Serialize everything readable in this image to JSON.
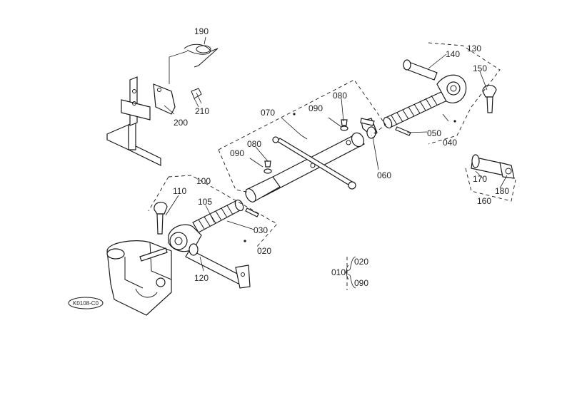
{
  "labels": {
    "p190": "190",
    "p200": "200",
    "p210": "210",
    "p070": "070",
    "p090a": "090",
    "p080a": "080",
    "p090b": "090",
    "p080b": "080",
    "p130": "130",
    "p140": "140",
    "p150": "150",
    "p050": "050",
    "p040": "040",
    "p060": "060",
    "p100": "100",
    "p110": "110",
    "p105": "105",
    "p030": "030",
    "p020": "020",
    "p120": "120",
    "p170": "170",
    "p180": "180",
    "p160": "160",
    "p010": "010",
    "p020k": "020",
    "p090k": "090",
    "ref": "K0108-C0"
  }
}
